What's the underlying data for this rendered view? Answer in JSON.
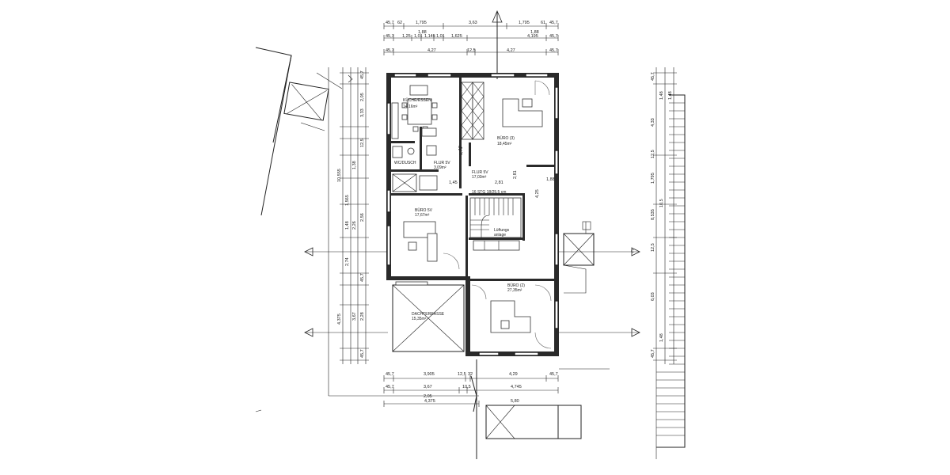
{
  "rooms": {
    "kitchen_name": "KÜCHE/ESSEN",
    "kitchen_area": "14,16m²",
    "office3_name": "BÜRO (3)",
    "office3_area": "18,45m²",
    "wc_name": "WC/DUSCH",
    "corridor5_name": "FLUR 5V",
    "corridor5_area": "3,09m²",
    "corridor6_name": "FLUR 5V",
    "corridor6_area": "17,03m²",
    "stair_label": "16 STG 18/25,5 cm",
    "office4_name": "BÜRO 5V",
    "office4_area": "17,67m²",
    "office2_name": "BÜRO (2)",
    "office2_area": "27,35m²",
    "roof_terrace_name": "DACHTERRASSE",
    "roof_terrace_area": "15,35m²",
    "ventilation_name": "Lüftungs",
    "ventilation_sub": "anlage",
    "north_marker": "C"
  },
  "top_dims": {
    "row1": [
      "45,7",
      "62",
      "1,795",
      "3,63",
      "1,795",
      "61",
      "45,7"
    ],
    "row2": [
      "1,88",
      "1,88"
    ],
    "row3": [
      "45,7",
      "1,25",
      "1,01",
      "1,145",
      "1,01",
      "1,625",
      "4,195",
      "45,7"
    ],
    "row4": [
      "45,7",
      "4,27",
      "12,5",
      "4,27",
      "45,7"
    ]
  },
  "bottom_dims": {
    "row1": [
      "45,7",
      "3,905",
      "12,5",
      "32",
      "4,29",
      "45,7"
    ],
    "row2": [
      "45,7",
      "3,67",
      "10,5",
      "4,745"
    ],
    "row3": [
      "2,05",
      "4,375"
    ],
    "row4": [
      "5,80"
    ]
  },
  "left_dims": [
    "45,7",
    "2,05",
    "3,33",
    "12,5",
    "1,38",
    "10,555",
    "1,565",
    "2,26",
    "1,48",
    "2,74",
    "45,7",
    "4,375",
    "3,67",
    "2,28",
    "45,7",
    "2,56"
  ],
  "right_dims": [
    "45,7",
    "1,48",
    "4,33",
    "12,5",
    "1,795",
    "8,535",
    "10,5",
    "12,5",
    "6,03",
    "1,48",
    "45,7",
    "1,48"
  ],
  "interior_dims": [
    "18",
    "1,45",
    "1,71",
    "2,81",
    "2,81",
    "1,88",
    "4,25"
  ]
}
